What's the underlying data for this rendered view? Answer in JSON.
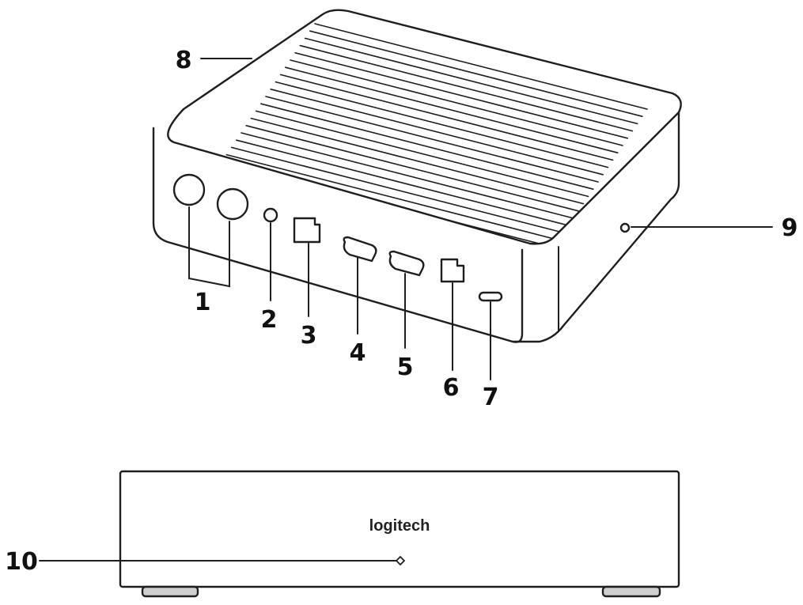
{
  "colors": {
    "line": "#1e1e1e",
    "background": "#ffffff"
  },
  "brand": {
    "logo_text": "logitech"
  },
  "callouts": [
    {
      "id": "1",
      "label": "1"
    },
    {
      "id": "2",
      "label": "2"
    },
    {
      "id": "3",
      "label": "3"
    },
    {
      "id": "4",
      "label": "4"
    },
    {
      "id": "5",
      "label": "5"
    },
    {
      "id": "6",
      "label": "6"
    },
    {
      "id": "7",
      "label": "7"
    },
    {
      "id": "8",
      "label": "8"
    },
    {
      "id": "9",
      "label": "9"
    },
    {
      "id": "10",
      "label": "10"
    }
  ]
}
